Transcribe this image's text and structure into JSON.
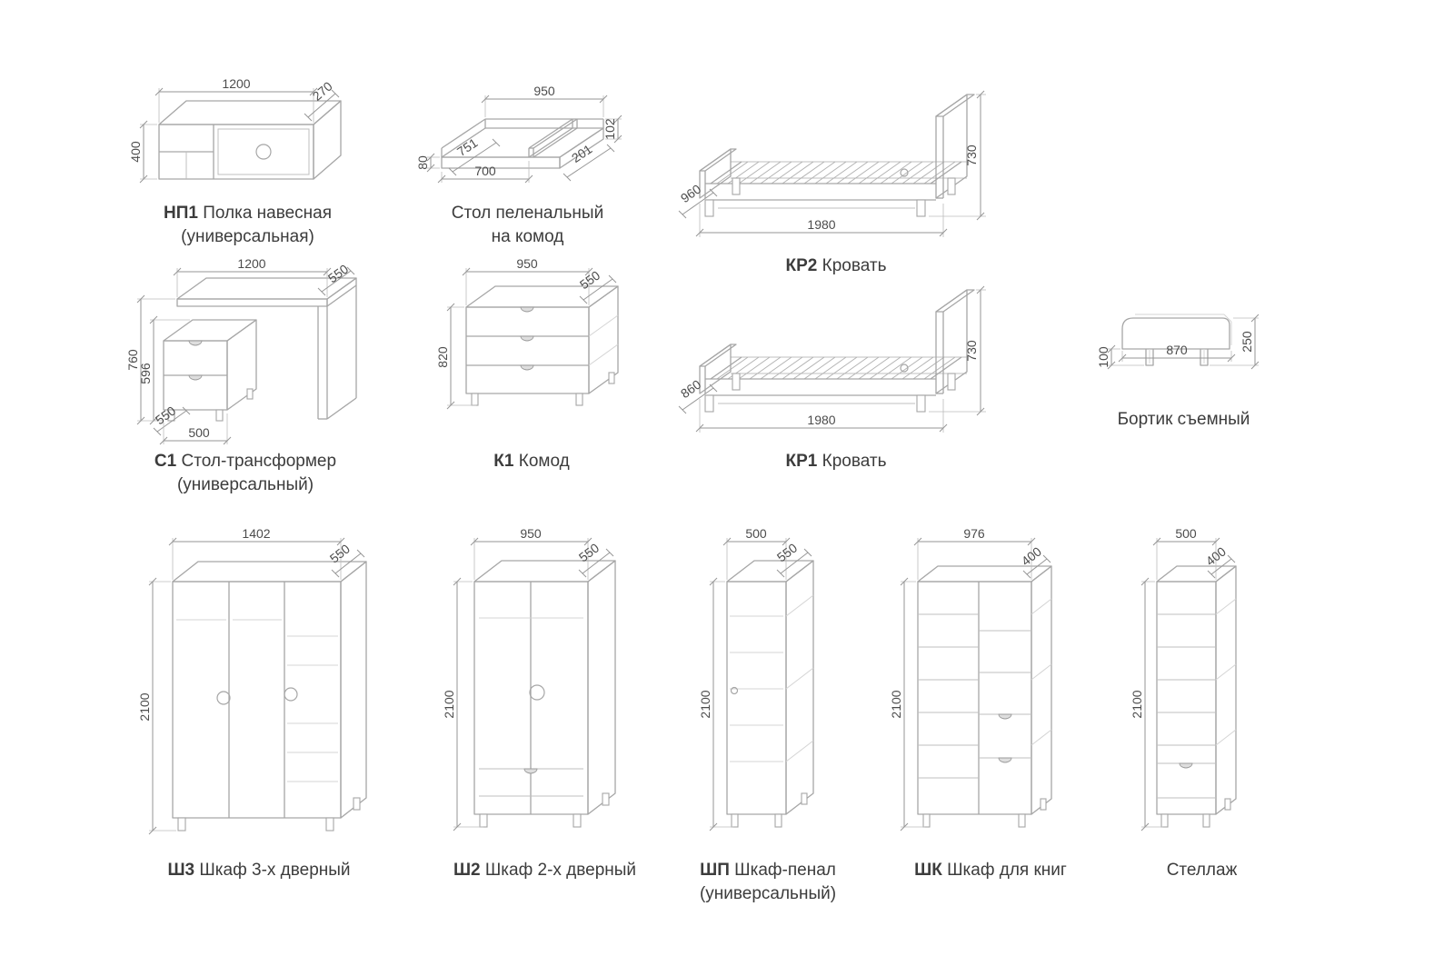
{
  "colors": {
    "background": "#ffffff",
    "furniture_line": "#a6a6a6",
    "dimension_line": "#969696",
    "dimension_text": "#4c4c4c",
    "label_text": "#3c3c3c"
  },
  "items": {
    "np1": {
      "code": "НП1",
      "name": "Полка навесная",
      "name2": "(универсальная)",
      "dim_width": "1200",
      "dim_depth": "270",
      "dim_height": "400"
    },
    "pelenal": {
      "name": "Стол пеленальный",
      "name2": "на комод",
      "dim_width": "950",
      "dim_rim_height": "102",
      "dim_front_height": "80",
      "dim_depth": "751",
      "dim_main_width": "700",
      "dim_side_width": "201"
    },
    "kr2": {
      "code": "КР2",
      "name": "Кровать",
      "dim_depth": "960",
      "dim_length": "1980",
      "dim_height": "730"
    },
    "s1": {
      "code": "С1",
      "name": "Стол-трансформер",
      "name2": "(универсальный)",
      "dim_width": "1200",
      "dim_depth": "550",
      "dim_height": "760",
      "dim_inner_height": "596",
      "dim_cabinet_depth": "550",
      "dim_cabinet_width": "500"
    },
    "k1": {
      "code": "К1",
      "name": "Комод",
      "dim_width": "950",
      "dim_depth": "550",
      "dim_height": "820"
    },
    "kr1": {
      "code": "КР1",
      "name": "Кровать",
      "dim_depth": "860",
      "dim_length": "1980",
      "dim_height": "730"
    },
    "bortik": {
      "name": "Бортик съемный",
      "dim_bracket": "100",
      "dim_length": "870",
      "dim_height": "250"
    },
    "sh3": {
      "code": "Ш3",
      "name": "Шкаф 3-х дверный",
      "dim_width": "1402",
      "dim_depth": "550",
      "dim_height": "2100"
    },
    "sh2": {
      "code": "Ш2",
      "name": "Шкаф 2-х дверный",
      "dim_width": "950",
      "dim_depth": "550",
      "dim_height": "2100"
    },
    "shp": {
      "code": "ШП",
      "name": "Шкаф-пенал",
      "name2": "(универсальный)",
      "dim_width": "500",
      "dim_depth": "550",
      "dim_height": "2100"
    },
    "shk": {
      "code": "ШК",
      "name": "Шкаф для книг",
      "dim_width": "976",
      "dim_depth": "400",
      "dim_height": "2100"
    },
    "stellazh": {
      "name": "Стеллаж",
      "dim_width": "500",
      "dim_depth": "400",
      "dim_height": "2100"
    }
  }
}
